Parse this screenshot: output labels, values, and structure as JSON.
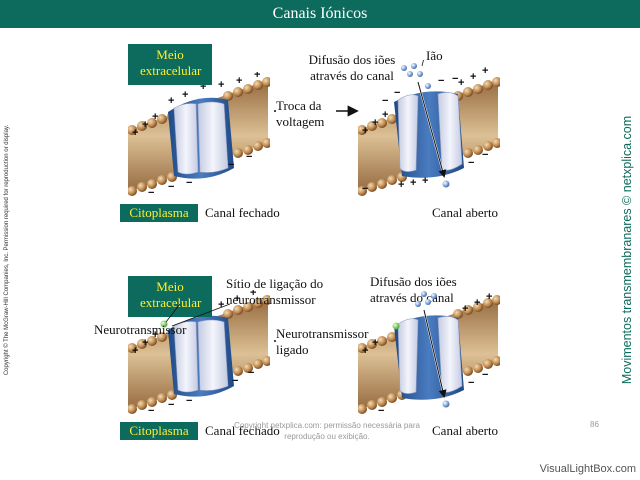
{
  "header": {
    "title": "Canais Iónicos"
  },
  "sidebar": {
    "copyright": "Copyright © The McGraw-Hill Companies, Inc. Permission required for reproduction or display.",
    "right_text": "Movimentos transmembranares © netxplica.com"
  },
  "panel_top": {
    "extracellular_label": "Meio extracelular",
    "cytoplasm_label": "Citoplasma",
    "closed_label": "Canal fechado",
    "stimulus_label": "Troca da voltagem",
    "diffusion_label": "Difusão dos iões através do canal",
    "ion_label": "Ião",
    "open_label": "Canal aberto"
  },
  "panel_bottom": {
    "extracellular_label": "Meio extracelular",
    "cytoplasm_label": "Citoplasma",
    "closed_label": "Canal fechado",
    "binding_site_label": "Sítio de ligação do neurotransmissor",
    "neurotransmitter_label": "Neurotransmissor",
    "stimulus_label": "Neurotransmissor ligado",
    "diffusion_label": "Difusão dos iões através do canal",
    "open_label": "Canal aberto"
  },
  "footer": {
    "watermark": "Copyright netxplica.com: permissão necessária para reprodução ou exibição.",
    "page_number": "86",
    "site": "VisualLightBox.com"
  },
  "colors": {
    "accent": "#0c6b5c",
    "label_yellow": "#ffee33",
    "channel_blue": "#2f5f9e",
    "channel_light": "#dfe3f0",
    "lipid_tan": "#b0804a"
  }
}
